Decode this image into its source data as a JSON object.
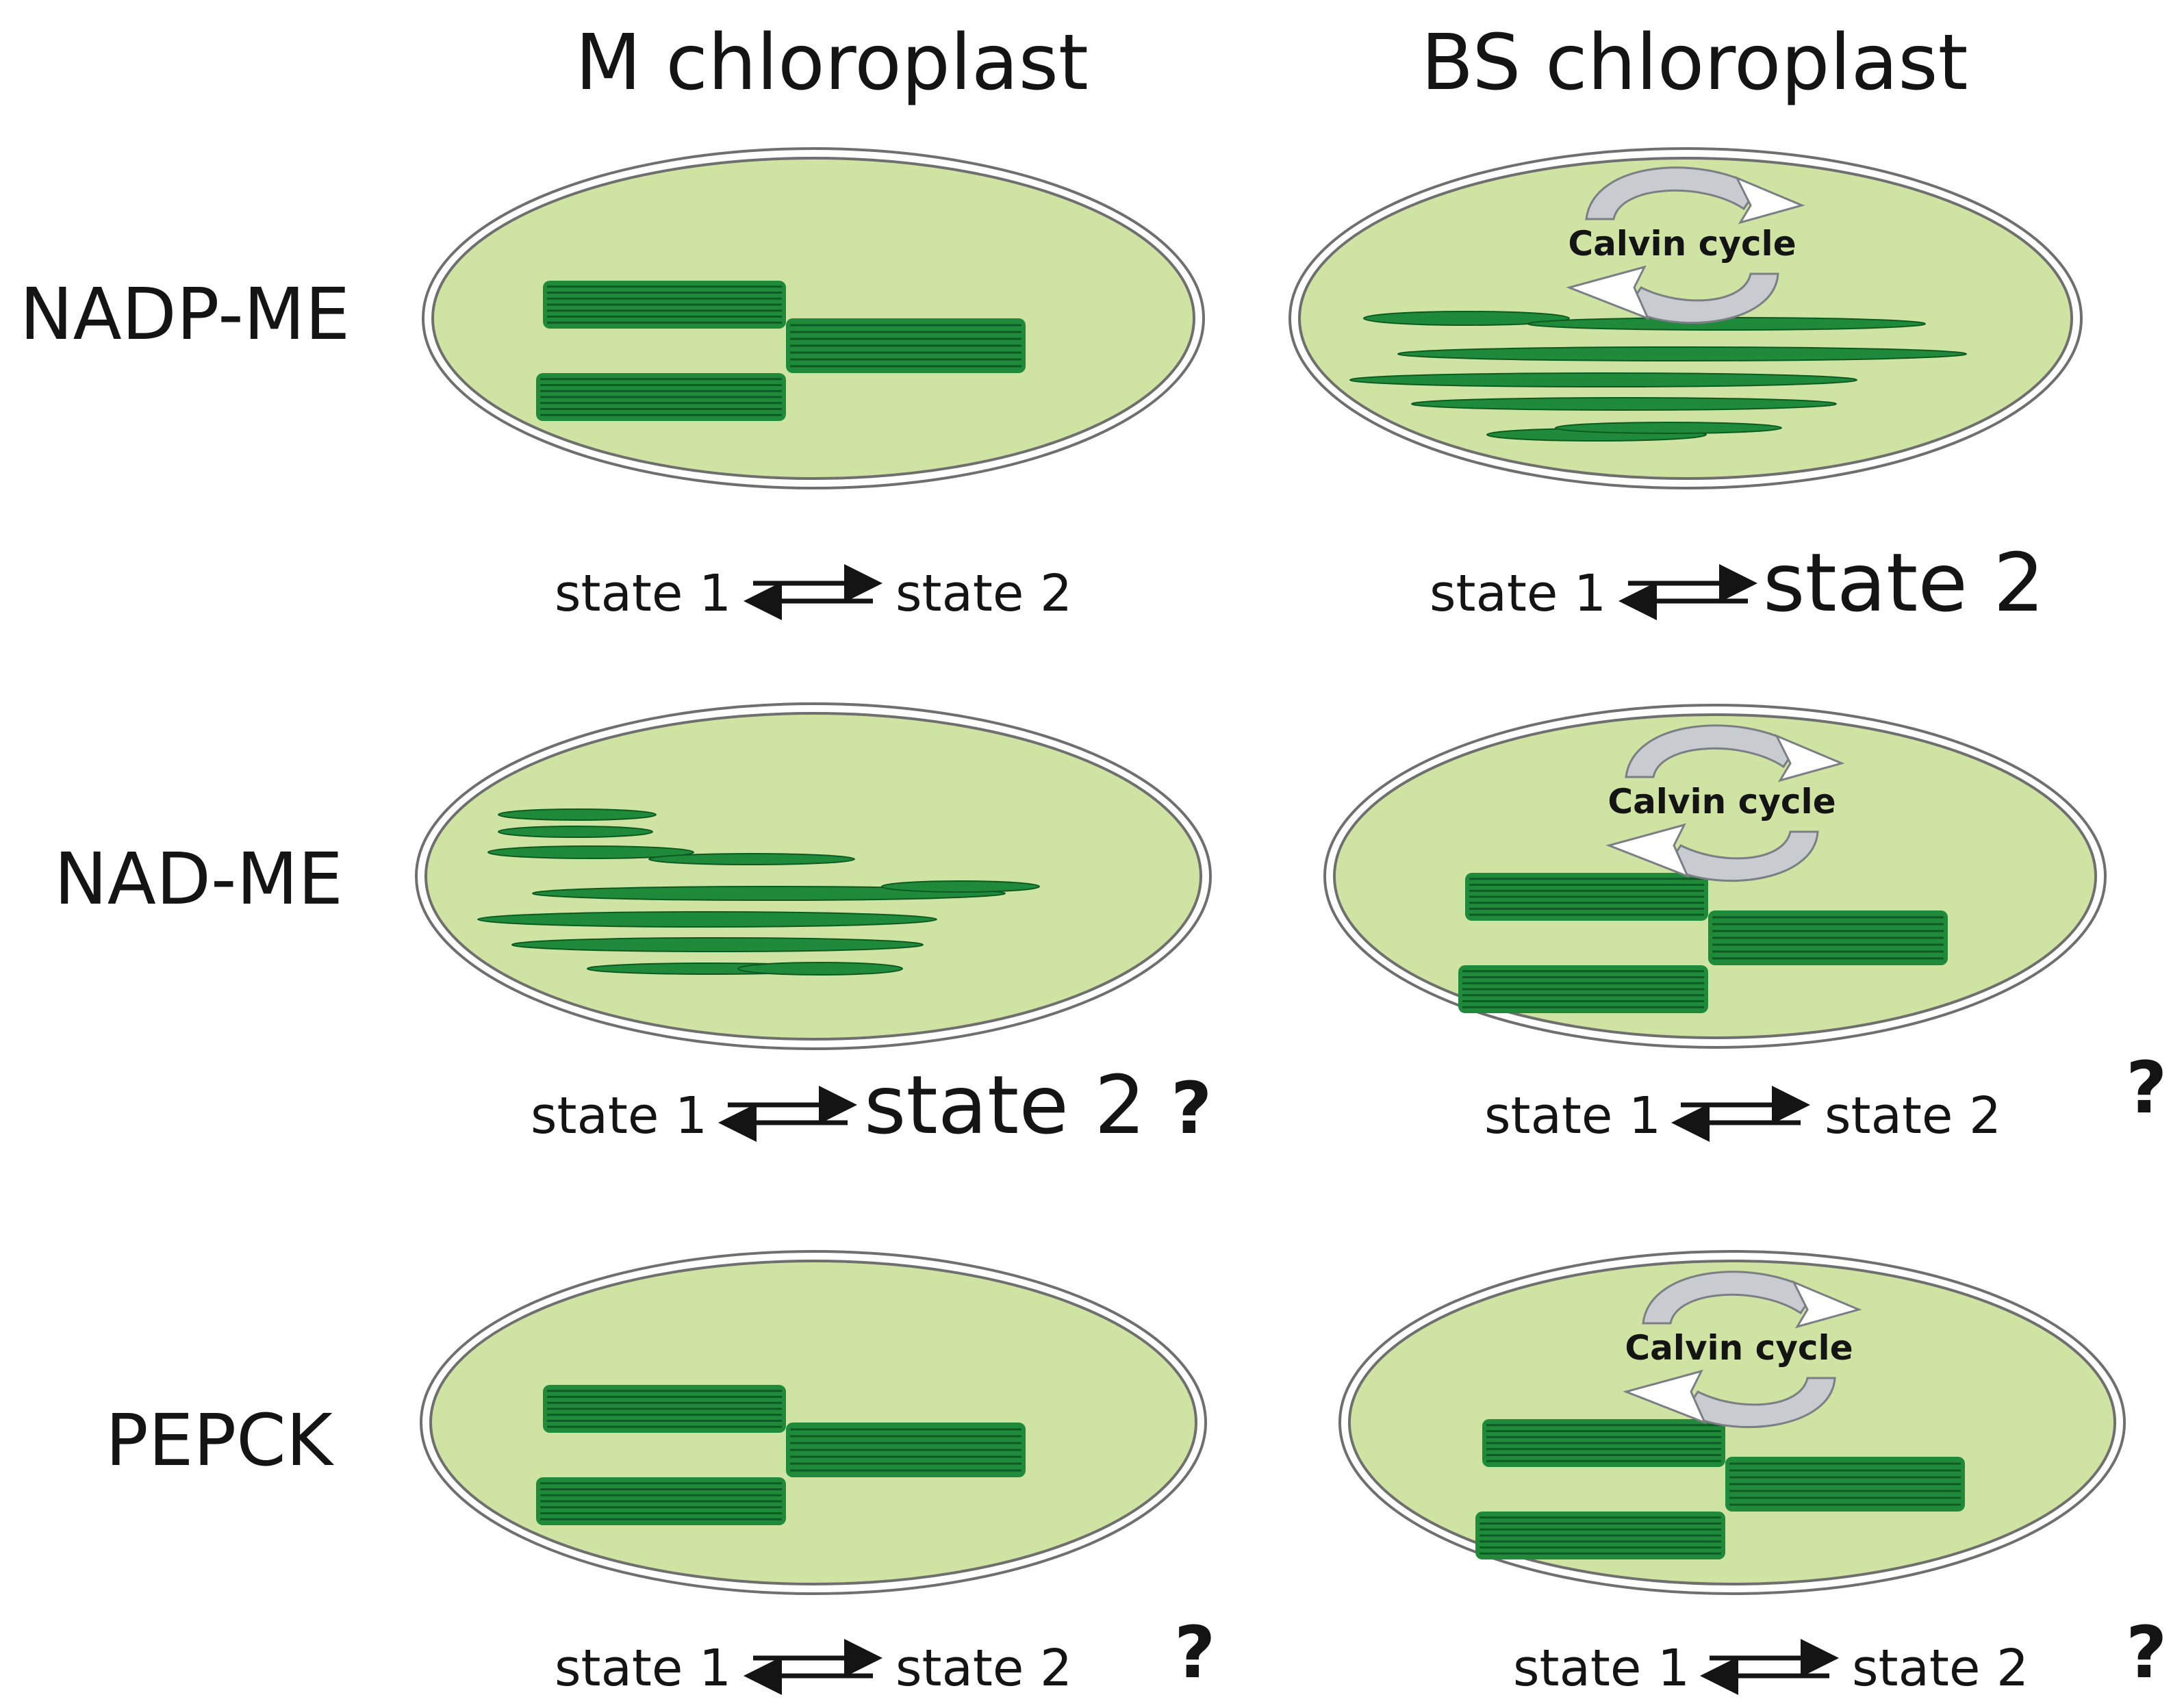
{
  "column_titles": {
    "mesophyll": "M chloroplast",
    "bundle_sheath": "BS chloroplast"
  },
  "rows": [
    {
      "label": "NADP-ME",
      "m": {
        "state1": "state 1",
        "state2": "state 2",
        "question": "",
        "thylakoids": "grana",
        "calvin": ""
      },
      "bs": {
        "state1": "state 1",
        "state2": "state 2",
        "question": "",
        "thylakoids": "lamellae",
        "calvin": "Calvin cycle"
      }
    },
    {
      "label": "NAD-ME",
      "m": {
        "state1": "state 1",
        "state2": "state 2",
        "question": "?",
        "thylakoids": "lamellae",
        "calvin": ""
      },
      "bs": {
        "state1": "state 1",
        "state2": "state 2",
        "question": "?",
        "thylakoids": "grana",
        "calvin": "Calvin cycle"
      }
    },
    {
      "label": "PEPCK",
      "m": {
        "state1": "state 1",
        "state2": "state 2",
        "question": "?",
        "thylakoids": "grana",
        "calvin": ""
      },
      "bs": {
        "state1": "state 1",
        "state2": "state 2",
        "question": "?",
        "thylakoids": "grana",
        "calvin": "Calvin cycle"
      }
    }
  ],
  "colors": {
    "stroma": "#cfe3a2",
    "envelope": "#6f6f6f",
    "thylakoid": "#1f8a3a",
    "thylakoid_dark": "#0d5a22",
    "cycle_arrow_grey": "#c8cbd0",
    "cycle_arrow_white": "#ffffff",
    "text": "#141414"
  }
}
